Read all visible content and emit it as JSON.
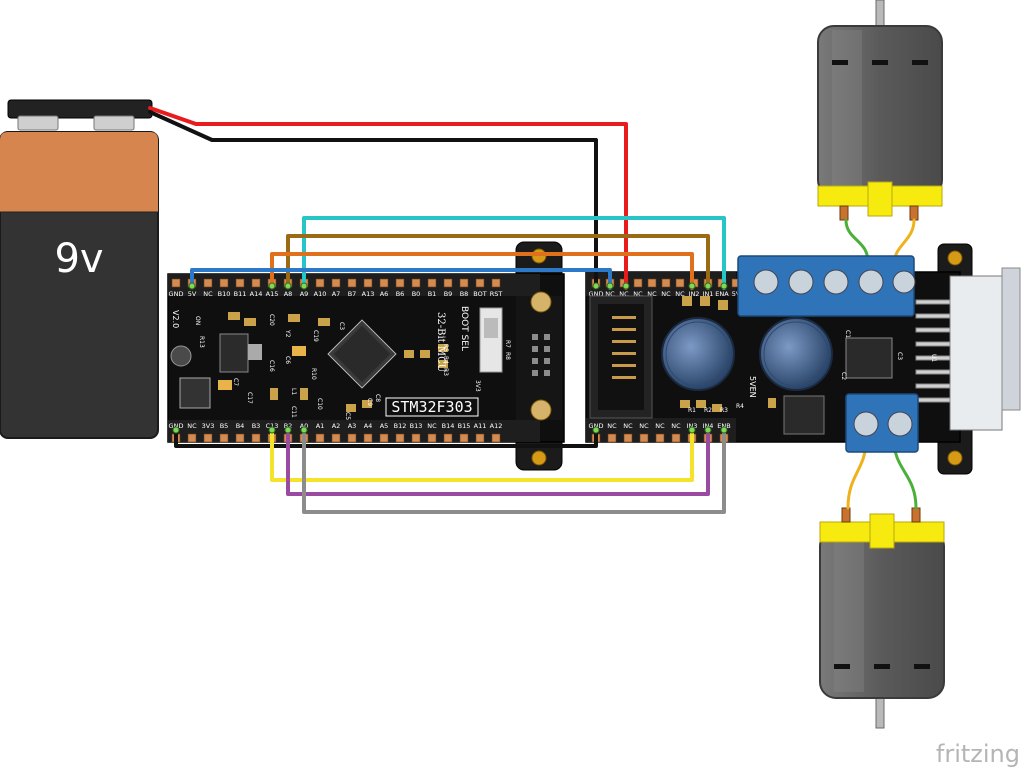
{
  "battery": {
    "label": "9v"
  },
  "mcu_board": {
    "name": "STM32F303",
    "subtitle": "32-Bit MCU",
    "boot_label": "BOOT SEL",
    "ver_label": "V2.0",
    "on_label": "ON",
    "top_pins": [
      "GND",
      "5V",
      "NC",
      "B10",
      "B11",
      "A14",
      "A15",
      "A8",
      "A9",
      "A10",
      "A7",
      "B7",
      "A13",
      "A6",
      "B6",
      "B0",
      "B1",
      "B9",
      "B8",
      "BOT",
      "RST"
    ],
    "bottom_pins": [
      "GND",
      "NC",
      "3V3",
      "B5",
      "B4",
      "B3",
      "C13",
      "B2",
      "A0",
      "A1",
      "A2",
      "A3",
      "A4",
      "A5",
      "B12",
      "B13",
      "NC",
      "B14",
      "B15",
      "A11",
      "A12"
    ],
    "components": [
      "R13",
      "C20",
      "Y2",
      "C19",
      "C3",
      "C16",
      "C6",
      "R10",
      "L1",
      "C11",
      "C10",
      "C7",
      "C17",
      "C9",
      "C8",
      "C5",
      "R5",
      "R4",
      "R3",
      "R7",
      "R8",
      "3V3"
    ]
  },
  "driver_board": {
    "top_pins": [
      "GND",
      "NC",
      "NC",
      "NC",
      "NC",
      "NC",
      "NC",
      "IN2",
      "IN1",
      "ENA",
      "5V"
    ],
    "bottom_pins": [
      "GND",
      "NC",
      "NC",
      "NC",
      "NC",
      "NC",
      "IN3",
      "IN4",
      "ENB"
    ],
    "labels": [
      "5VEN",
      "R1",
      "R2",
      "R3",
      "R4",
      "C1",
      "C2",
      "C3",
      "U1"
    ]
  },
  "watermark": "fritzing",
  "colors": {
    "wire_red": "#e81c1c",
    "wire_black": "#111111",
    "wire_cyan": "#27c5c5",
    "wire_brown": "#9a6b14",
    "wire_orange": "#e0701c",
    "wire_blue": "#2e78c8",
    "wire_yellow": "#f3e32a",
    "wire_purple": "#9a4aa0",
    "wire_gray": "#8c8c8c",
    "motor_wire_green": "#4caf3a",
    "motor_wire_yellow": "#f0b21c",
    "battery_top": "#d5854d",
    "battery_bottom": "#333333",
    "terminal_blue": "#2f74b8",
    "motor_body": "#5e5e5e",
    "motor_cap": "#f7ea0e"
  }
}
